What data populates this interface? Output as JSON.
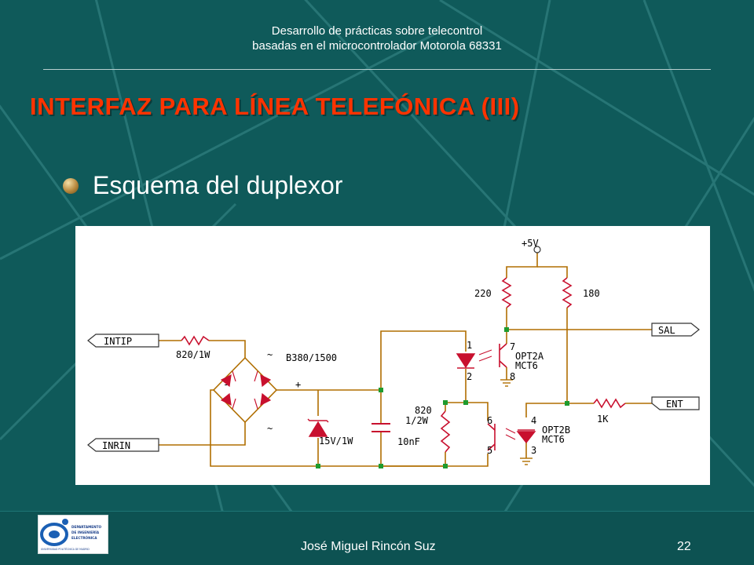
{
  "header": {
    "line1": "Desarrollo de prácticas sobre telecontrol",
    "line2": "basadas en el microcontrolador Motorola 68331"
  },
  "title": "INTERFAZ PARA LÍNEA TELEFÓNICA (III)",
  "bullet": {
    "text": "Esquema del duplexor",
    "icon": "bullet-sphere-icon"
  },
  "schematic": {
    "ports": {
      "intip": "INTIP",
      "inrin": "INRIN",
      "sal": "SAL",
      "ent": "ENT"
    },
    "supply": "+5V",
    "r_line": "820/1W",
    "bridge": "B380/1500",
    "bridge_ac1": "~",
    "bridge_ac2": "~",
    "bridge_minus": "-",
    "bridge_plus": "+",
    "zener": "15V/1W",
    "capacitor": "10nF",
    "r_mid_a": "820",
    "r_mid_b": "1/2W",
    "r_220": "220",
    "r_180": "180",
    "r_1k": "1K",
    "opt2a_a": "OPT2A",
    "opt2a_b": "MCT6",
    "opt2b_a": "OPT2B",
    "opt2b_b": "MCT6",
    "pins": {
      "p1": "1",
      "p2": "2",
      "p7": "7",
      "p8": "8",
      "p6": "6",
      "p5": "5",
      "p4": "4",
      "p3": "3"
    }
  },
  "footer": {
    "author": "José Miguel Rincón Suz",
    "page": "22",
    "logo_line1": "DEPARTAMENTO",
    "logo_line2": "DE INGENIERÍA",
    "logo_line3": "ELECTRÓNICA",
    "logo_line4": "UNIVERSIDAD POLITÉCNICA DE MADRID"
  },
  "colors": {
    "background": "#0f5a5a",
    "title": "#ff3300",
    "wire": "#b06e00",
    "component": "#c8102e",
    "node": "#1f9b2e"
  }
}
